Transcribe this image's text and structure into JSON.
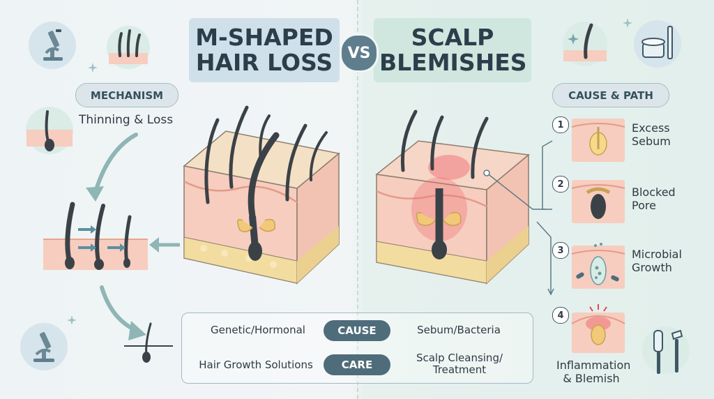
{
  "titles": {
    "left": "M-SHAPED HAIR LOSS",
    "vs": "VS",
    "right": "SCALP BLEMISHES"
  },
  "mechanism": {
    "label": "MECHANISM",
    "subtitle": "Thinning & Loss"
  },
  "cause_path": {
    "label": "CAUSE & PATH",
    "steps": [
      {
        "number": "1",
        "label": "Excess Sebum"
      },
      {
        "number": "2",
        "label": "Blocked Pore"
      },
      {
        "number": "3",
        "label": "Microbial Growth"
      },
      {
        "number": "4",
        "label": "Inflammation & Blemish"
      }
    ]
  },
  "comparison": {
    "rows": [
      {
        "left": "Genetic/Hormonal",
        "center": "CAUSE",
        "right": "Sebum/Bacteria"
      },
      {
        "left": "Hair Growth Solutions",
        "center": "CARE",
        "right": "Scalp Cleansing/ Treatment"
      }
    ]
  },
  "icons": [
    "microscope-icon",
    "hair-follicle-icon",
    "sparkle-icon",
    "cream-jar-icon",
    "toothbrush-icon",
    "comb-icon"
  ],
  "colors": {
    "skin": "#f6d3c4",
    "fat": "#f3dca0",
    "hair": "#3b4247",
    "inflammation": "#e8434f",
    "accent": "#5f7e8d"
  }
}
